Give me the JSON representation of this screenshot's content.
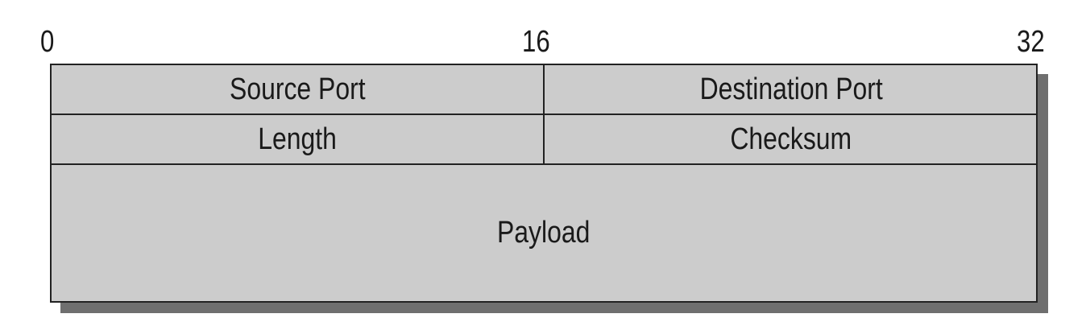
{
  "diagram": {
    "bit_labels": [
      "0",
      "16",
      "32"
    ],
    "fields": {
      "source_port": "Source Port",
      "destination_port": "Destination Port",
      "length": "Length",
      "checksum": "Checksum",
      "payload": "Payload"
    },
    "colors": {
      "field_fill": "#cccccc",
      "border": "#222222",
      "shadow": "#6f6f6f"
    }
  }
}
